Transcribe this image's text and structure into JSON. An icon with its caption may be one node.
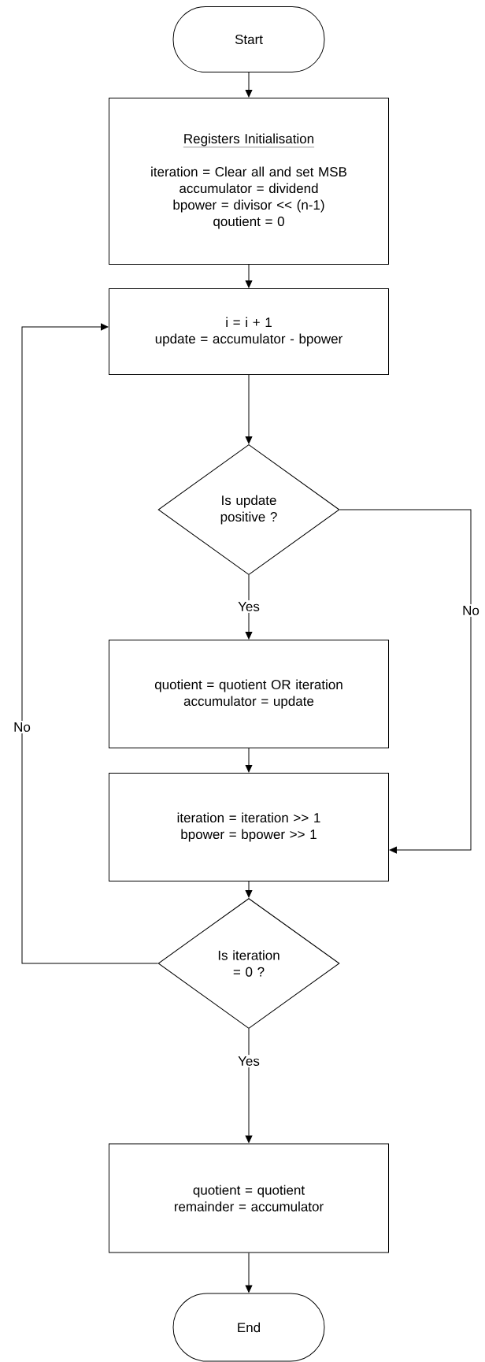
{
  "diagram": {
    "nodes": [
      {
        "text": [
          "Start"
        ]
      },
      {
        "text": [
          "Registers Initialisation",
          "iteration = Clear all and set MSB",
          "accumulator = dividend",
          "bpower = divisor << (n-1)",
          "qoutient = 0"
        ]
      },
      {
        "text": [
          "i = i + 1",
          "update = accumulator - bpower"
        ]
      },
      {
        "text": [
          "Is update positive ?"
        ]
      },
      {
        "text": [
          "quotient = quotient OR iteration",
          "accumulator = update"
        ]
      },
      {
        "text": [
          "iteration = iteration >> 1",
          "bpower = bpower >> 1"
        ]
      },
      {
        "text": [
          "Is iteration = 0 ?"
        ]
      },
      {
        "text": [
          "quotient = quotient",
          "remainder = accumulator"
        ]
      },
      {
        "text": [
          "End"
        ]
      }
    ],
    "edges": [
      {
        "from": 0,
        "to": 1,
        "arrow": "to"
      },
      {
        "from": 1,
        "to": 2,
        "arrow": "to"
      },
      {
        "from": 2,
        "to": 3,
        "arrow": "to"
      },
      {
        "from": 3,
        "to": 4,
        "arrow": "to",
        "label": "Yes"
      },
      {
        "from": 3,
        "to": 5,
        "arrow": "to",
        "label": "No"
      },
      {
        "from": 4,
        "to": 5,
        "arrow": "to"
      },
      {
        "from": 5,
        "to": 6,
        "arrow": "to"
      },
      {
        "from": 6,
        "to": 2,
        "arrow": "to",
        "label": "No"
      },
      {
        "from": 6,
        "to": 7,
        "arrow": "to",
        "label": "Yes"
      },
      {
        "from": 7,
        "to": 8,
        "arrow": "to"
      }
    ]
  }
}
